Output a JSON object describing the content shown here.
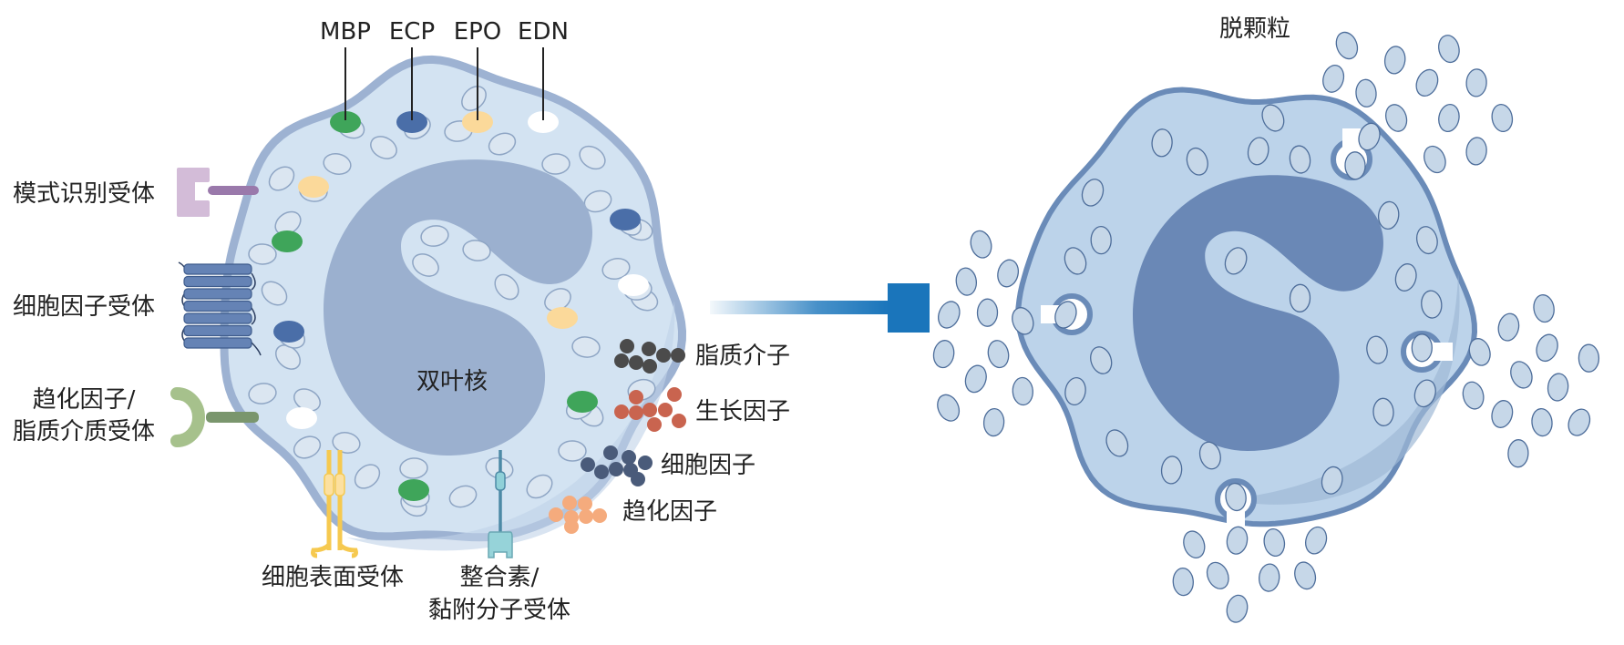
{
  "granule_proteins": {
    "mbp": "MBP",
    "ecp": "ECP",
    "epo": "EPO",
    "edn": "EDN"
  },
  "receptors_left": {
    "pattern_recognition": "模式识别受体",
    "cytokine": "细胞因子受体",
    "chemokine_line1": "趋化因子/",
    "chemokine_line2": "脂质介质受体"
  },
  "receptors_bottom": {
    "cell_surface": "细胞表面受体",
    "integrin_line1": "整合素/",
    "integrin_line2": "黏附分子受体"
  },
  "nucleus_label": "双叶核",
  "mediators": {
    "lipid": "脂质介子",
    "growth_factor": "生长因子",
    "cytokine": "细胞因子",
    "chemokine": "趋化因子"
  },
  "degranulation_label": "脱颗粒",
  "colors": {
    "mbp": "#3fa55a",
    "ecp": "#4a6ea8",
    "epo": "#fbd99a",
    "edn": "#ffffff",
    "lipid": "#4b4b4b",
    "growth_factor": "#c9644f",
    "cytokine": "#4a5b7a",
    "chemokine": "#f5ab7d",
    "arrow": "#1a75bb"
  }
}
